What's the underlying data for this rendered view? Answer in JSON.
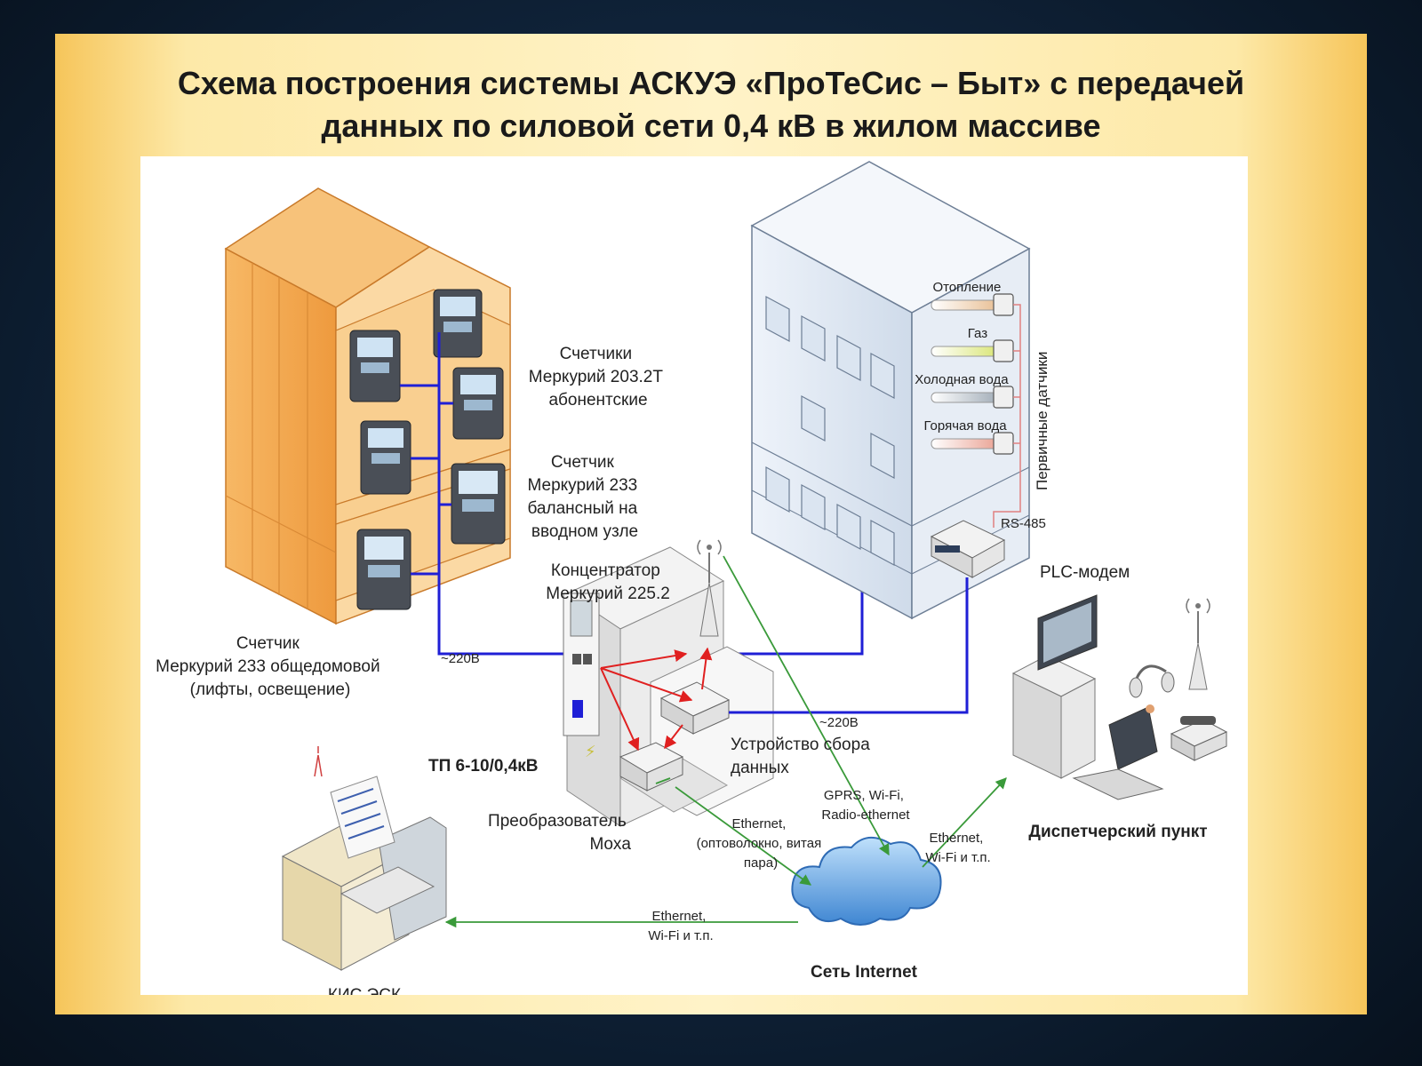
{
  "title": {
    "line1": "Схема построения системы АСКУЭ «ПроТеСис – Быт» с передачей",
    "line2": "данных по силовой сети 0,4 кВ в жилом массиве"
  },
  "labels": {
    "meters_subscriber": [
      "Счетчики",
      "Меркурий 203.2Т",
      "абонентские"
    ],
    "meter_balance": [
      "Счетчик",
      "Меркурий 233",
      "балансный на",
      "вводном узле"
    ],
    "concentrator": [
      "Концентратор",
      "Меркурий 225.2"
    ],
    "meter_common": [
      "Счетчик",
      "Меркурий 233 общедомовой",
      "(лифты, освещение)"
    ],
    "voltage_left": "~220В",
    "voltage_mid": "~220В",
    "tp": "ТП 6-10/0,4кВ",
    "collector": [
      "Устройство сбора",
      "данных"
    ],
    "converter": [
      "Преобразователь",
      "Moxa"
    ],
    "ethernet_fiber": [
      "Ethernet,",
      "(оптоволокно, витая",
      "пара)"
    ],
    "gprs": [
      "GPRS, Wi-Fi,",
      "Radio-ethernet"
    ],
    "ethernet_right": [
      "Ethernet,",
      "Wi-Fi и т.п."
    ],
    "ethernet_bottom": [
      "Ethernet,",
      "Wi-Fi и т.п."
    ],
    "internet": "Сеть Internet",
    "kis": "КИС ЭСК",
    "dispatch": "Диспетчерский пункт",
    "plc": "PLC-модем",
    "rs485": "RS-485",
    "primary_sensors": "Первичные датчики",
    "sensors": [
      "Отопление",
      "Газ",
      "Холодная вода",
      "Горячая вода"
    ]
  },
  "colors": {
    "power_line": "#1f1fd6",
    "data_link": "#3a9a3a",
    "internal_link": "#e02020",
    "house_left": "#f4a04a",
    "house_right": "#dfe7f2"
  }
}
